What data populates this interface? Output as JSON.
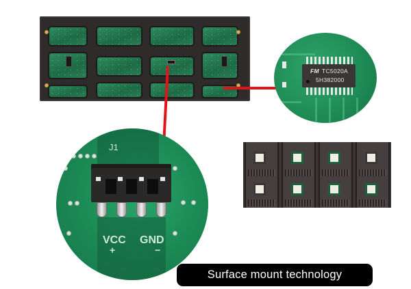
{
  "image": {
    "description": "LED display module back panel with zoomed details of driver IC, power connector and SMD LEDs",
    "colors": {
      "background": "#ffffff",
      "pcb_green": "#1f8a55",
      "frame_black": "#2f2b2b",
      "arrow_red": "#e0141a",
      "caption_bg": "#000000",
      "caption_text": "#ffffff"
    }
  },
  "ic_detail": {
    "logo": "FM",
    "part_number": "TC5020A",
    "lot_code": "5H382000"
  },
  "connector_detail": {
    "designator": "J1",
    "labels": {
      "vcc": "VCC",
      "gnd": "GND",
      "plus": "+",
      "minus": "−"
    }
  },
  "caption": {
    "text": "Surface mount technology"
  }
}
